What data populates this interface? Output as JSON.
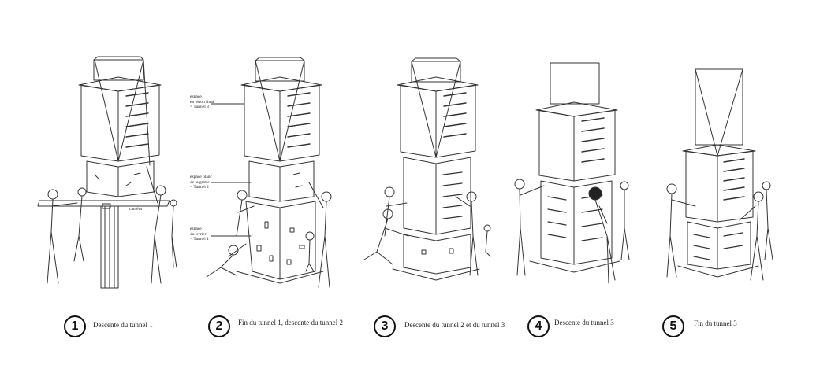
{
  "steps": [
    {
      "number": "1",
      "label": "Descente du tunnel 1"
    },
    {
      "number": "2",
      "label": "Fin du tunnel 1, descente du tunnel 2"
    },
    {
      "number": "3",
      "label": "Descente du tunnel 2 et du tunnel 3"
    },
    {
      "number": "4",
      "label": "Descente du tunnel 3"
    },
    {
      "number": "5",
      "label": "Fin du tunnel 3"
    }
  ],
  "annotations": {
    "camera": "caméra",
    "tunnel3_space": [
      "espace",
      "en béton final",
      "= Tunnel 3"
    ],
    "tunnel2_space": [
      "espace blanc",
      "de la grotte",
      "= Tunnel 2"
    ],
    "tunnel1_space": [
      "espace",
      "du terrier",
      "= Tunnel 1"
    ]
  },
  "colors": {
    "ink": "#111111",
    "paper": "#ffffff"
  }
}
